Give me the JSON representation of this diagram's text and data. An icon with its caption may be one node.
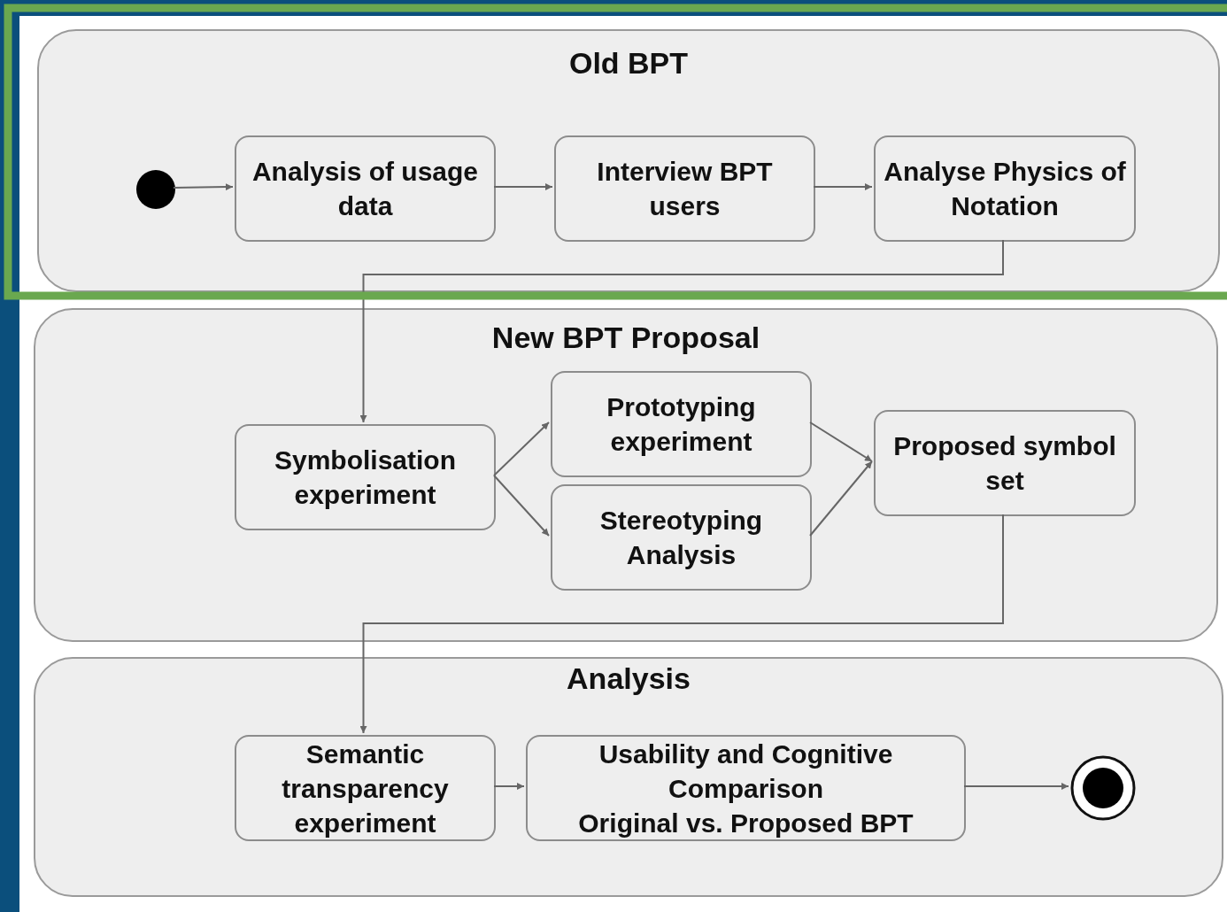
{
  "diagram": {
    "nodes": [
      {
        "text": [
          "Old BPT"
        ]
      },
      {
        "text": [],
        "shape": "circle",
        "in": 0
      },
      {
        "text": [
          "Analysis of usage data"
        ],
        "in": 0
      },
      {
        "text": [
          "Interview BPT users"
        ],
        "in": 0
      },
      {
        "text": [
          "Analyse Physics of Notation"
        ],
        "in": 0
      },
      {
        "text": [
          "New BPT Proposal"
        ]
      },
      {
        "text": [
          "Symbolisation experiment"
        ],
        "in": 5
      },
      {
        "text": [
          "Prototyping experiment"
        ],
        "in": 5
      },
      {
        "text": [
          "Stereotyping Analysis"
        ],
        "in": 5
      },
      {
        "text": [
          "Proposed symbol set"
        ],
        "in": 5
      },
      {
        "text": [
          "Analysis"
        ]
      },
      {
        "text": [
          "Semantic transparency experiment"
        ],
        "in": 10
      },
      {
        "text": [
          "Usability and Cognitive Comparison",
          "Original vs. Proposed BPT"
        ],
        "in": 10
      },
      {
        "text": [],
        "shape": "circle",
        "in": 10
      }
    ],
    "edges": [
      {
        "from": 1,
        "to": 2,
        "arrow": "to"
      },
      {
        "from": 2,
        "to": 3,
        "arrow": "to"
      },
      {
        "from": 3,
        "to": 4,
        "arrow": "to"
      },
      {
        "from": 4,
        "to": 6,
        "arrow": "to"
      },
      {
        "from": 6,
        "to": 7,
        "arrow": "to"
      },
      {
        "from": 6,
        "to": 8,
        "arrow": "to"
      },
      {
        "from": 7,
        "to": 9,
        "arrow": "to"
      },
      {
        "from": 8,
        "to": 9,
        "arrow": "to"
      },
      {
        "from": 9,
        "to": 11,
        "arrow": "to"
      },
      {
        "from": 11,
        "to": 12,
        "arrow": "to"
      },
      {
        "from": 12,
        "to": 13,
        "arrow": "to"
      }
    ]
  }
}
